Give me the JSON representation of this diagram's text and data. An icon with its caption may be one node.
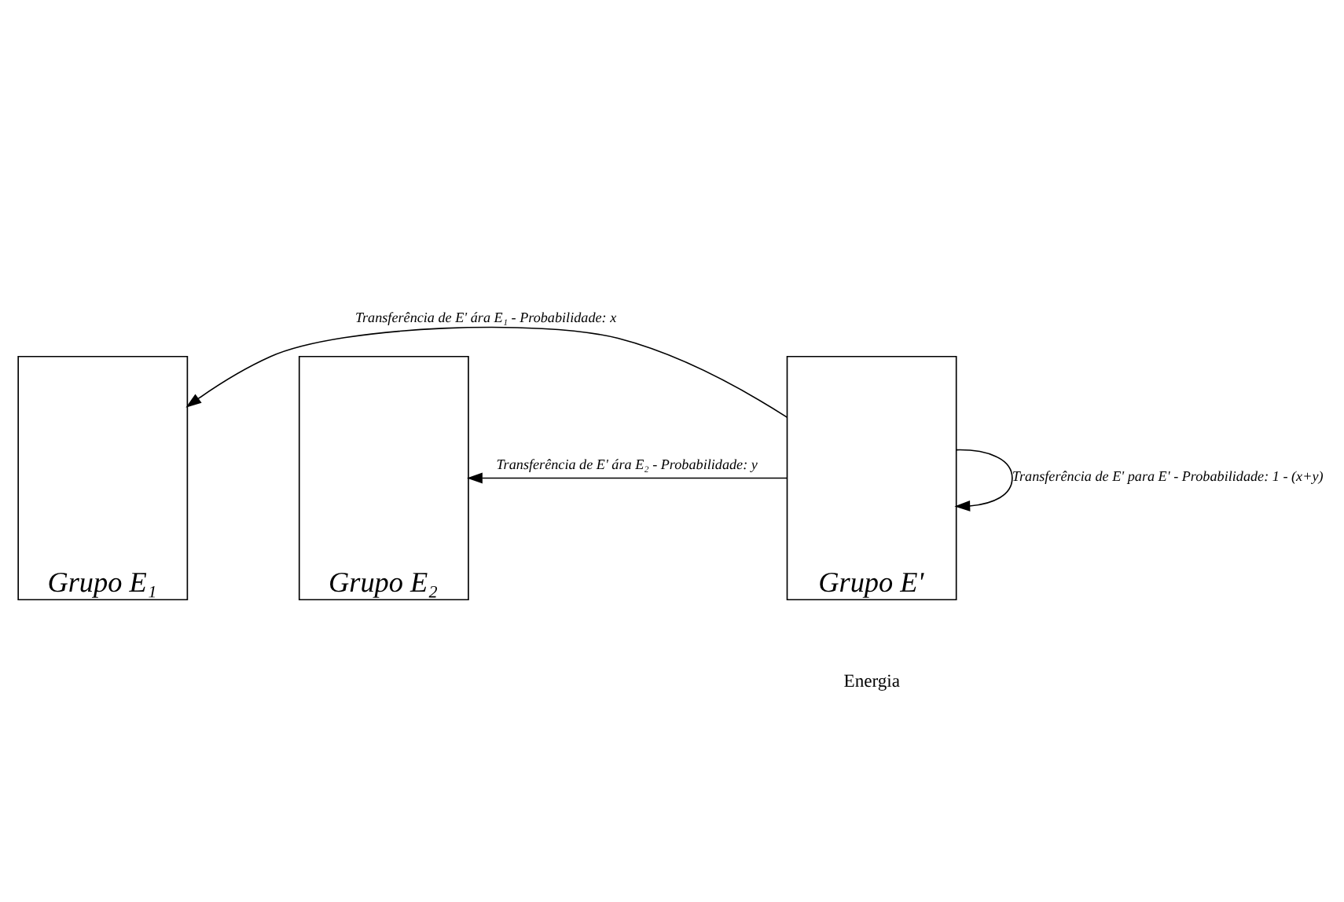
{
  "diagram": {
    "nodes": [
      {
        "text": [
          "Grupo E₁"
        ]
      },
      {
        "text": [
          "Grupo E₂"
        ]
      },
      {
        "text": [
          "Grupo E'"
        ]
      }
    ],
    "edges": [
      {
        "from": 2,
        "to": 0,
        "arrow": "to",
        "label": "Transferência de E' ára E₁ - Probabilidade: x"
      },
      {
        "from": 2,
        "to": 1,
        "arrow": "to",
        "label": "Transferência de E' ára E₂ - Probabilidade: y"
      },
      {
        "from": 2,
        "to": 2,
        "arrow": "to",
        "label": "Transferência de E' para E' - Probabilidade: 1 - (x+y)"
      }
    ],
    "labels": [
      "Energia"
    ]
  }
}
